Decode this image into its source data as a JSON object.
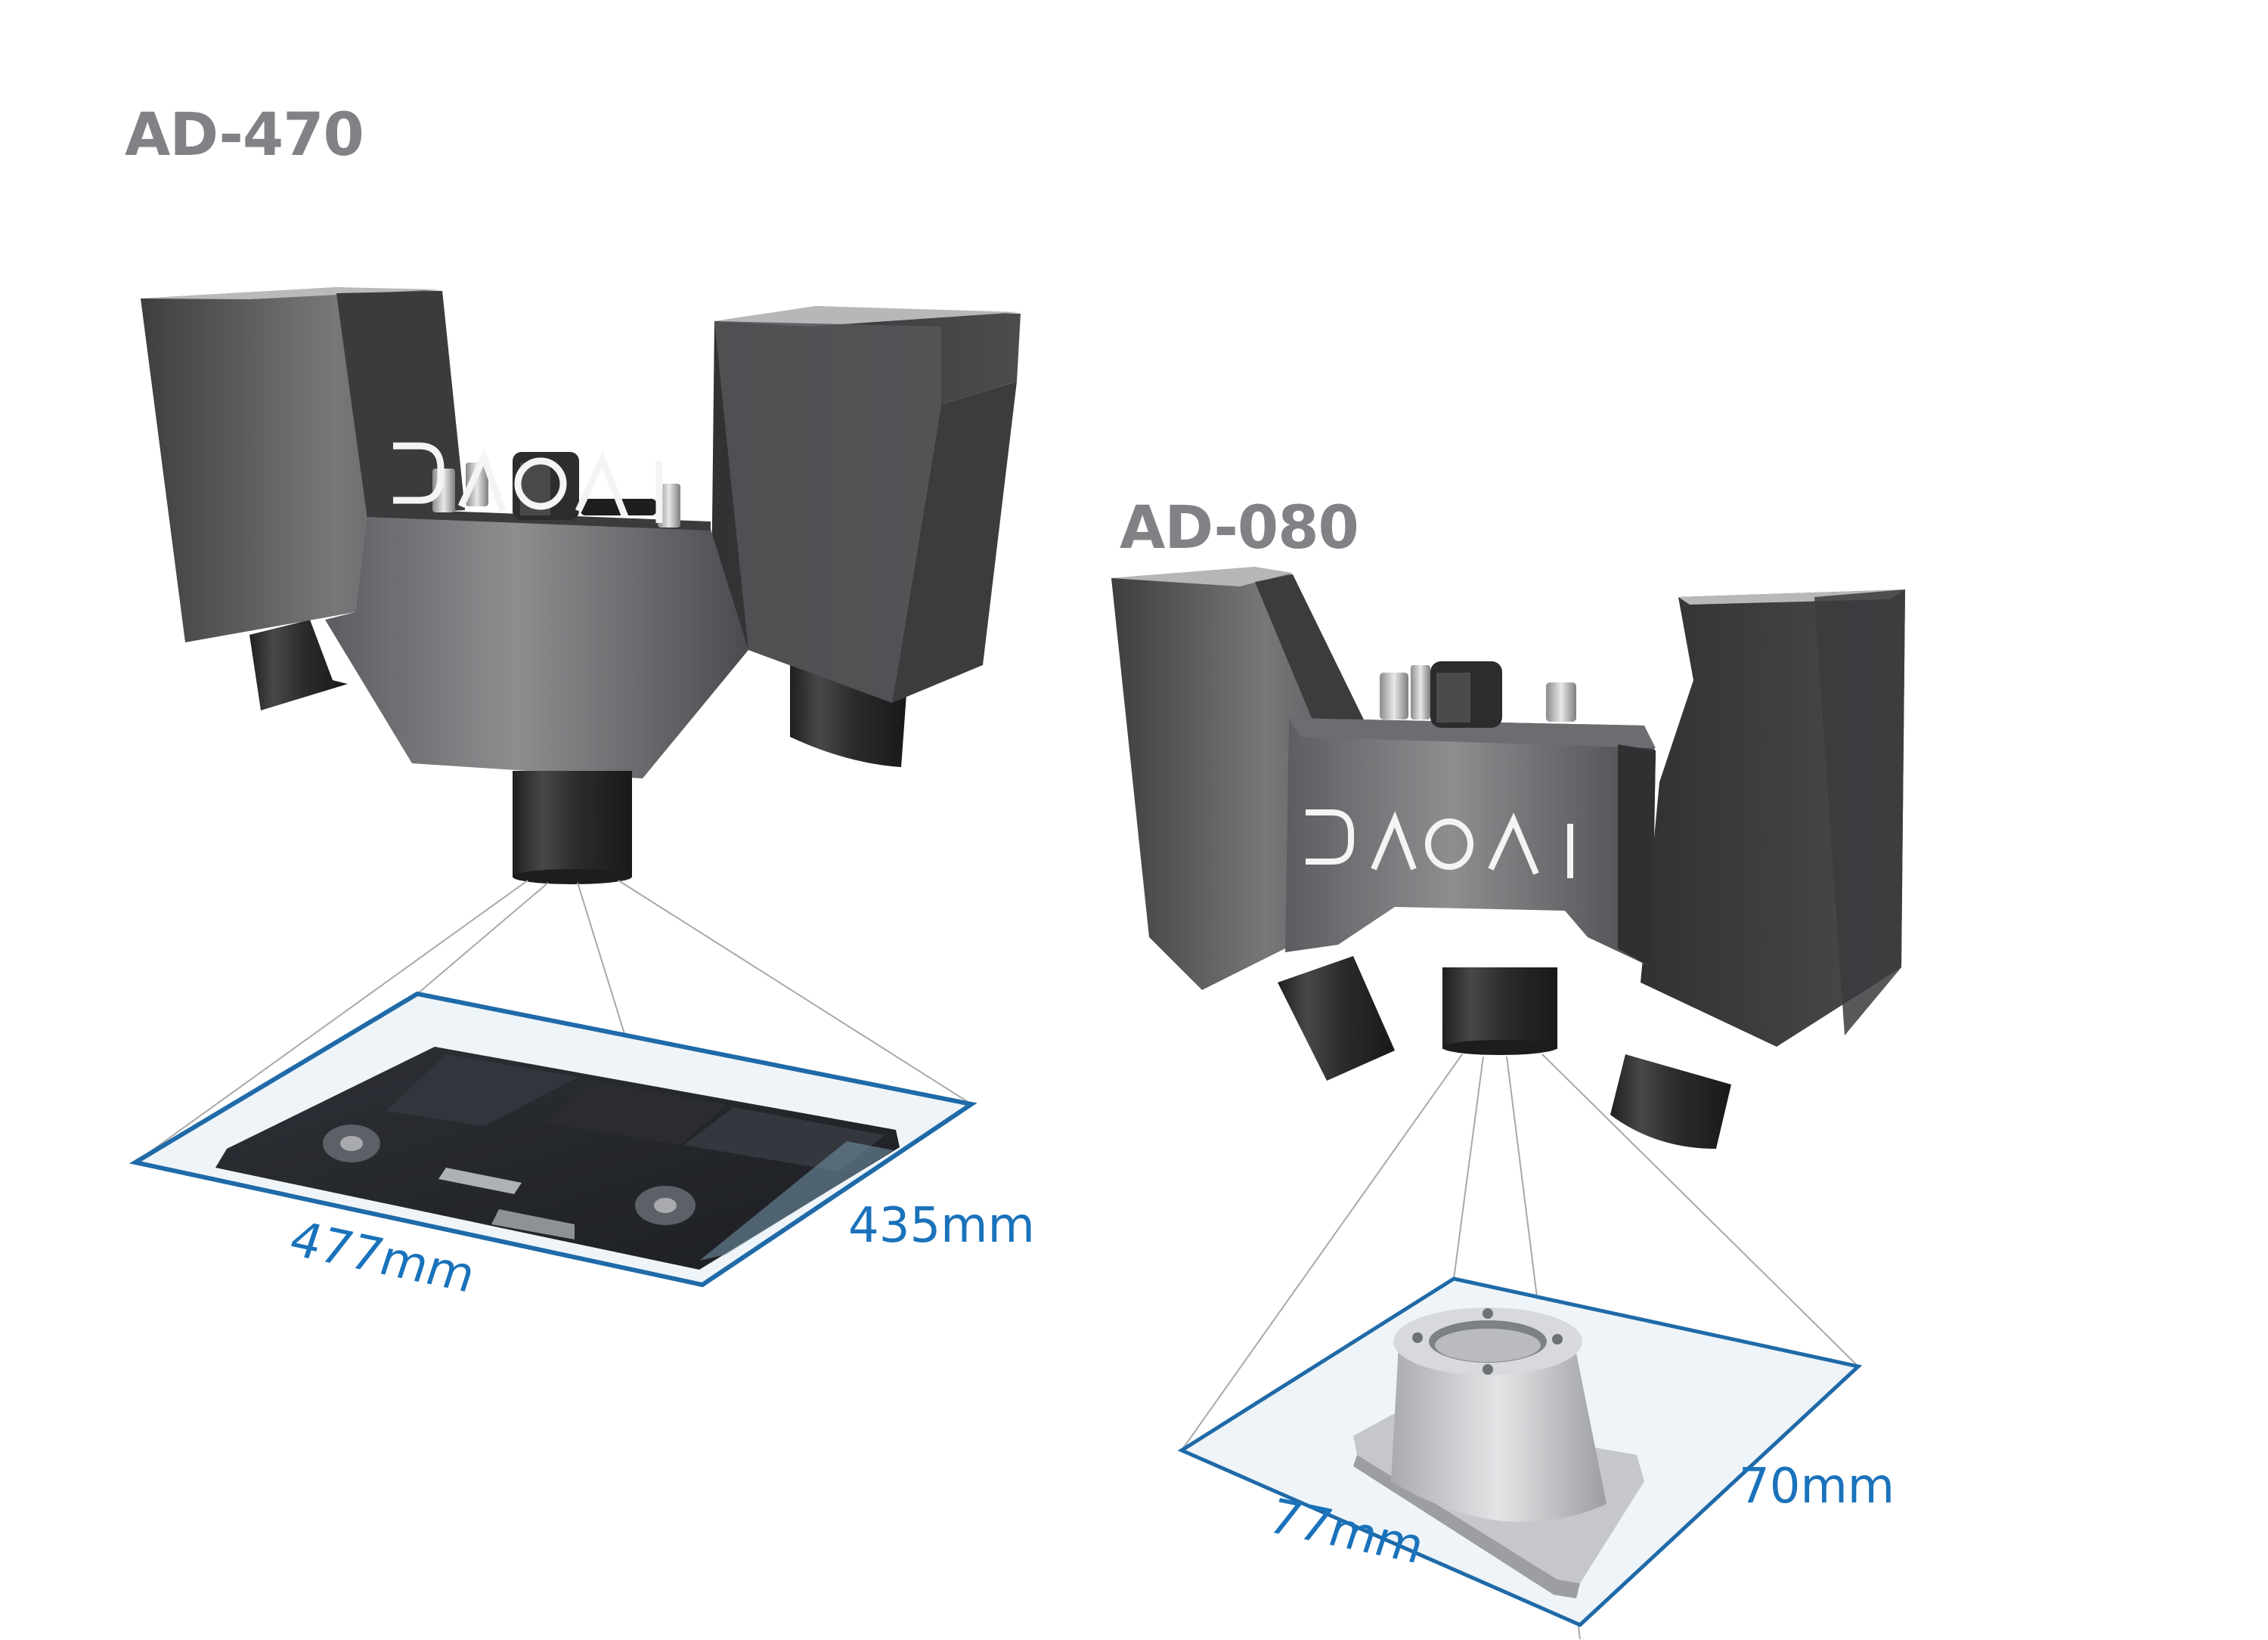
{
  "products": [
    {
      "model": "AD-470",
      "logo_text": "DAOAI",
      "field_of_view": {
        "width_label": "477mm",
        "depth_label": "435mm"
      },
      "target_object": "laptop-motherboard"
    },
    {
      "model": "AD-080",
      "logo_text": "DAOAI",
      "field_of_view": {
        "width_label": "77mm",
        "depth_label": "70mm"
      },
      "target_object": "aluminum-flange-part"
    }
  ],
  "colors": {
    "title_gray": "#818286",
    "dimension_blue": "#1a72bb",
    "plane_edge": "#1f6aa8",
    "plane_fill": "#eef4f8",
    "camera_body": "#4a4b4d",
    "beam_line": "#a8a8a8"
  }
}
